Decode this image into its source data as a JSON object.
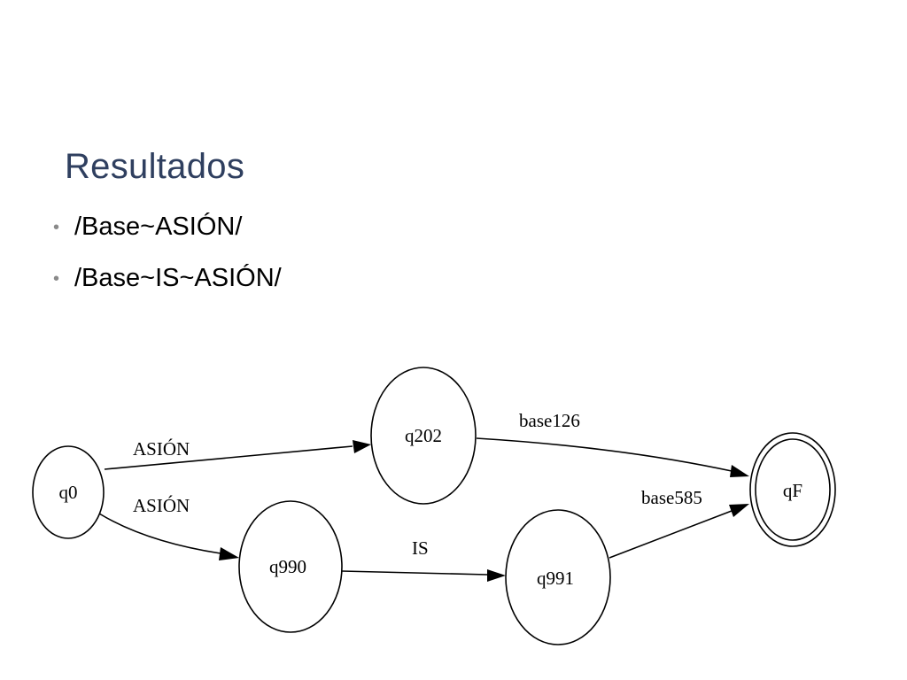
{
  "slide": {
    "title": "Resultados",
    "bullets": [
      "/Base~ASIÓN/",
      "/Base~IS~ASIÓN/"
    ]
  },
  "diagram": {
    "type": "finite-state-automaton",
    "colors": {
      "stroke": "#000000",
      "fill": "#ffffff"
    },
    "nodes": [
      {
        "id": "q0",
        "label": "q0",
        "accepting": false
      },
      {
        "id": "q202",
        "label": "q202",
        "accepting": false
      },
      {
        "id": "q990",
        "label": "q990",
        "accepting": false
      },
      {
        "id": "q991",
        "label": "q991",
        "accepting": false
      },
      {
        "id": "qF",
        "label": "qF",
        "accepting": true
      }
    ],
    "edges": [
      {
        "from": "q0",
        "to": "q202",
        "label": "ASIÓN"
      },
      {
        "from": "q0",
        "to": "q990",
        "label": "ASIÓN"
      },
      {
        "from": "q990",
        "to": "q991",
        "label": "IS"
      },
      {
        "from": "q202",
        "to": "qF",
        "label": "base126"
      },
      {
        "from": "q991",
        "to": "qF",
        "label": "base585"
      }
    ]
  }
}
